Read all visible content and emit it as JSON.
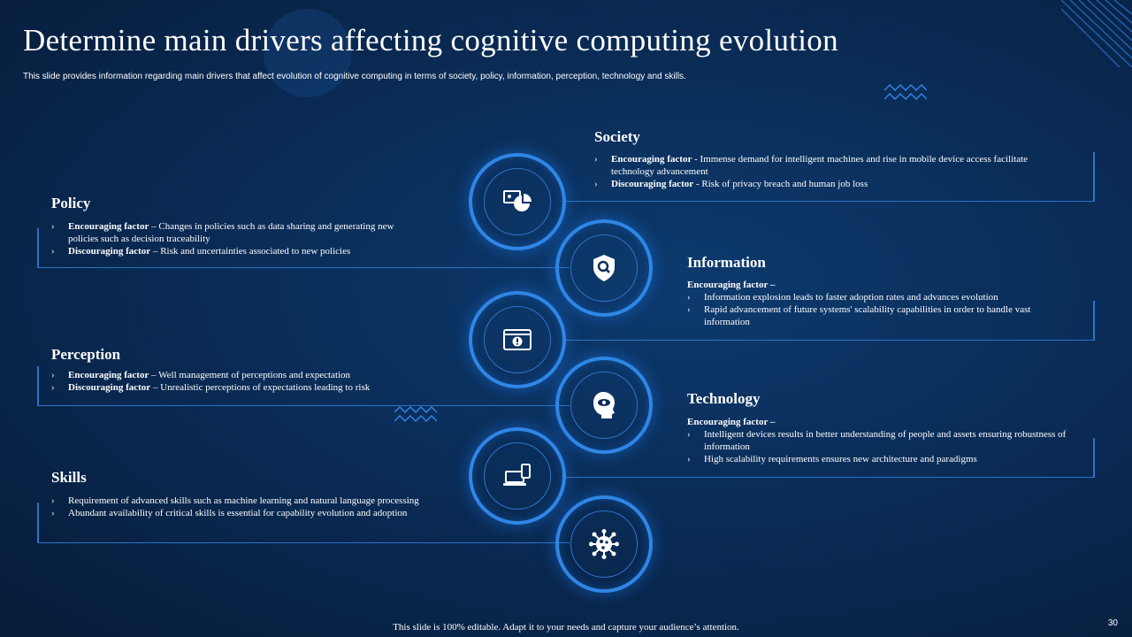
{
  "title": "Determine main drivers affecting cognitive computing evolution",
  "subtitle": "This slide provides information regarding main drivers that affect evolution of cognitive computing in terms of society, policy, information, perception, technology and skills.",
  "society": {
    "title": "Society",
    "items": [
      {
        "label": "Encouraging factor",
        "text": " - Immense demand for intelligent machines and rise in mobile device access facilitate technology advancement"
      },
      {
        "label": "Discouraging factor",
        "text": " - Risk of privacy breach and human job loss"
      }
    ]
  },
  "policy": {
    "title": "Policy",
    "items": [
      {
        "label": "Encouraging factor",
        "text": " – Changes in policies such as data sharing and generating new policies such as decision traceability"
      },
      {
        "label": "Discouraging factor",
        "text": " – Risk and uncertainties associated to new policies"
      }
    ]
  },
  "information": {
    "title": "Information",
    "intro": "Encouraging factor –",
    "items": [
      "Information explosion leads to faster adoption rates and advances evolution",
      "Rapid advancement of future systems' scalability capabilities in order to handle vast information"
    ]
  },
  "perception": {
    "title": "Perception",
    "items": [
      {
        "label": "Encouraging factor",
        "text": " – Well management of perceptions and expectation"
      },
      {
        "label": "Discouraging factor",
        "text": " – Unrealistic perceptions of expectations leading to risk"
      }
    ]
  },
  "technology": {
    "title": "Technology",
    "intro": "Encouraging factor –",
    "items": [
      "Intelligent devices results in better understanding of people and assets ensuring robustness of information",
      "High scalability requirements ensures new architecture and paradigms"
    ]
  },
  "skills": {
    "title": "Skills",
    "items": [
      "Requirement of advanced skills such as machine learning and natural language processing",
      "Abundant availability of critical skills is essential for capability evolution and adoption"
    ]
  },
  "icons": [
    "presentation-chart-icon",
    "shield-search-icon",
    "browser-alert-icon",
    "brain-eye-icon",
    "laptop-phone-icon",
    "virus-network-icon"
  ],
  "footer": "This slide is 100% editable. Adapt it to your needs and capture your audience’s attention.",
  "page_number": "30",
  "colors": {
    "accent": "#2f86e6",
    "background": "#0a2c57"
  }
}
